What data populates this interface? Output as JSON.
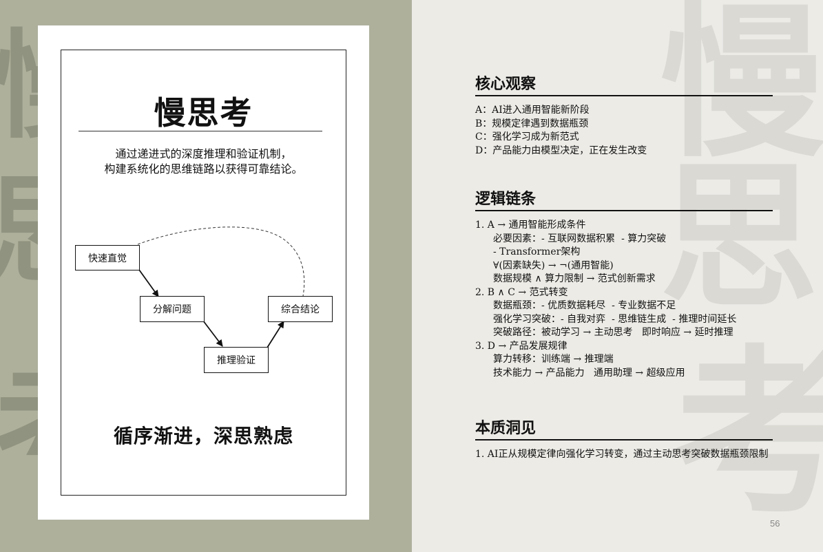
{
  "left": {
    "title": "慢思考",
    "description_line1": "通过递进式的深度推理和验证机制，",
    "description_line2": "构建系统化的思维链路以获得可靠结论。",
    "diagram": {
      "nodes": [
        "快速直觉",
        "分解问题",
        "推理验证",
        "综合结论"
      ]
    },
    "motto": "循序渐进，深思熟虑"
  },
  "right": {
    "section1": {
      "title": "核心观察",
      "items": [
        "A：AI进入通用智能新阶段",
        "B：规模定律遇到数据瓶颈",
        "C：强化学习成为新范式",
        "D：产品能力由模型决定，正在发生改变"
      ]
    },
    "section2": {
      "title": "逻辑链条",
      "lines": [
        "1. A → 通用智能形成条件",
        "必要因素：- 互联网数据积累  - 算力突破",
        "- Transformer架构",
        "∀(因素缺失) → ¬(通用智能)",
        "数据规模 ∧ 算力限制 → 范式创新需求",
        "2. B ∧ C → 范式转变",
        "数据瓶颈：- 优质数据耗尽  - 专业数据不足",
        "强化学习突破：- 自我对弈  - 思维链生成  - 推理时间延长",
        "突破路径：被动学习 → 主动思考   即时响应 → 延时推理",
        "3. D → 产品发展规律",
        "算力转移：训练端 → 推理端",
        "技术能力 → 产品能力   通用助理 → 超级应用"
      ]
    },
    "section3": {
      "title": "本质洞见",
      "text": "1. AI正从规模定律向强化学习转变，通过主动思考突破数据瓶颈限制"
    },
    "page_number": "56"
  }
}
